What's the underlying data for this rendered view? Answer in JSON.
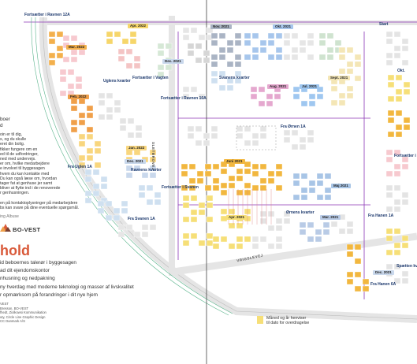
{
  "map": {
    "blocks": [
      {
        "label": "Fortsætter i Ravnen 12A"
      },
      {
        "label": "Fortsætter i Vagten"
      },
      {
        "label": "Fortsætter i Ravnen 10A"
      },
      {
        "label": "Uglens kvarter"
      },
      {
        "label": "Svanens kvarter"
      },
      {
        "label": "Ravnens kvarter"
      },
      {
        "label": "Fortsætter i Svanen"
      },
      {
        "label": "Fra Ørnen 1A"
      },
      {
        "label": "Fra Uglen 1A"
      },
      {
        "label": "Fra Svanen 1A"
      },
      {
        "label": "Ørnens kvarter"
      },
      {
        "label": "Fra Hanen 1A"
      },
      {
        "label": "Fra Hanen 6A"
      },
      {
        "label": "Fortsætter i Spætten"
      },
      {
        "label": "Spætten kvarter"
      },
      {
        "label": "Start"
      },
      {
        "label": "Okt."
      }
    ],
    "roads": [
      {
        "label": "SLETBROVEJ"
      },
      {
        "label": "VRIGSLEVEJ"
      }
    ],
    "months": [
      {
        "label": "Apr. 2022",
        "color": "#f6d66a"
      },
      {
        "label": "Nov. 2021",
        "color": "#aab4c4"
      },
      {
        "label": "Okt. 2021",
        "color": "#a7c6ec"
      },
      {
        "label": "Mar. 2022",
        "color": "#f3b04c"
      },
      {
        "label": "Dec. 2021",
        "color": "#c9d8ec"
      },
      {
        "label": "Aug. 2021",
        "color": "#e5a8cf"
      },
      {
        "label": "Jul. 2021",
        "color": "#9fc7f0"
      },
      {
        "label": "Sept. 2021",
        "color": "#f4e6b6"
      },
      {
        "label": "Feb. 2022",
        "color": "#f0a04a"
      },
      {
        "label": "Jan. 2022",
        "color": "#f8d67e"
      },
      {
        "label": "Dec. 2021",
        "color": "#c9d8ec"
      },
      {
        "label": "Juni 2021",
        "color": "#f2b73f"
      },
      {
        "label": "Maj 2021",
        "color": "#a8c5e6"
      },
      {
        "label": "Apr. 2021",
        "color": "#f6df78"
      },
      {
        "label": "Mar. 2021",
        "color": "#b9cbe6"
      },
      {
        "label": "Dec. 2021",
        "color": "#c9d8ec"
      }
    ]
  },
  "side_text": {
    "heading": [
      "boer",
      "d"
    ],
    "paragraph1": [
      "oin er til dig,",
      "s, og du skulle",
      "eret din bolig.",
      "fikker fungere om en",
      "ed til de udfordringer,",
      "ned med undervejs.",
      "er om, hvilke medarbejdere",
      "e involvet til byggesagen",
      "hvem du kan kontakte med",
      "Du kan også læse om, hvordan",
      "tager fat at genhuse jer samt",
      "bliver at flytte ind i de renoverede",
      "r genhusningen."
    ],
    "paragraph2": [
      "en på kontaktoplysninger på medarbejdere",
      "bs kan svare på dine eventuelle spørgsmål."
    ],
    "note": "ing Albuse"
  },
  "brand": {
    "name": "BO-VEST",
    "logo_colors": [
      "#d95a3a",
      "#f0a04a",
      "#7a3f2f"
    ]
  },
  "headline": "hold",
  "bullets": [
    "id beboernes talerør i byggesagen",
    "ad dit ejendomskontor",
    "nhusning og nedpakning",
    "ny hverdag med moderne teknologi og masser af livskvalitet",
    "r opmærksom på forandringer i dit nye hjem"
  ],
  "credits": [
    "VEST",
    "Bresson, BO-VEST",
    "fhedt, Ziolkowsi Kommunikation",
    "uty, Circle Line Graphic Design",
    "CC Danmark A/S"
  ],
  "legend": [
    "Måned og år henviser",
    "til dato for overdragelse"
  ],
  "colors": {
    "accent": "#d95a3a",
    "road": "#e5e5e5",
    "path": "#8b35b5",
    "green_line": "#5ab48c",
    "label": "#1e3a6e"
  }
}
